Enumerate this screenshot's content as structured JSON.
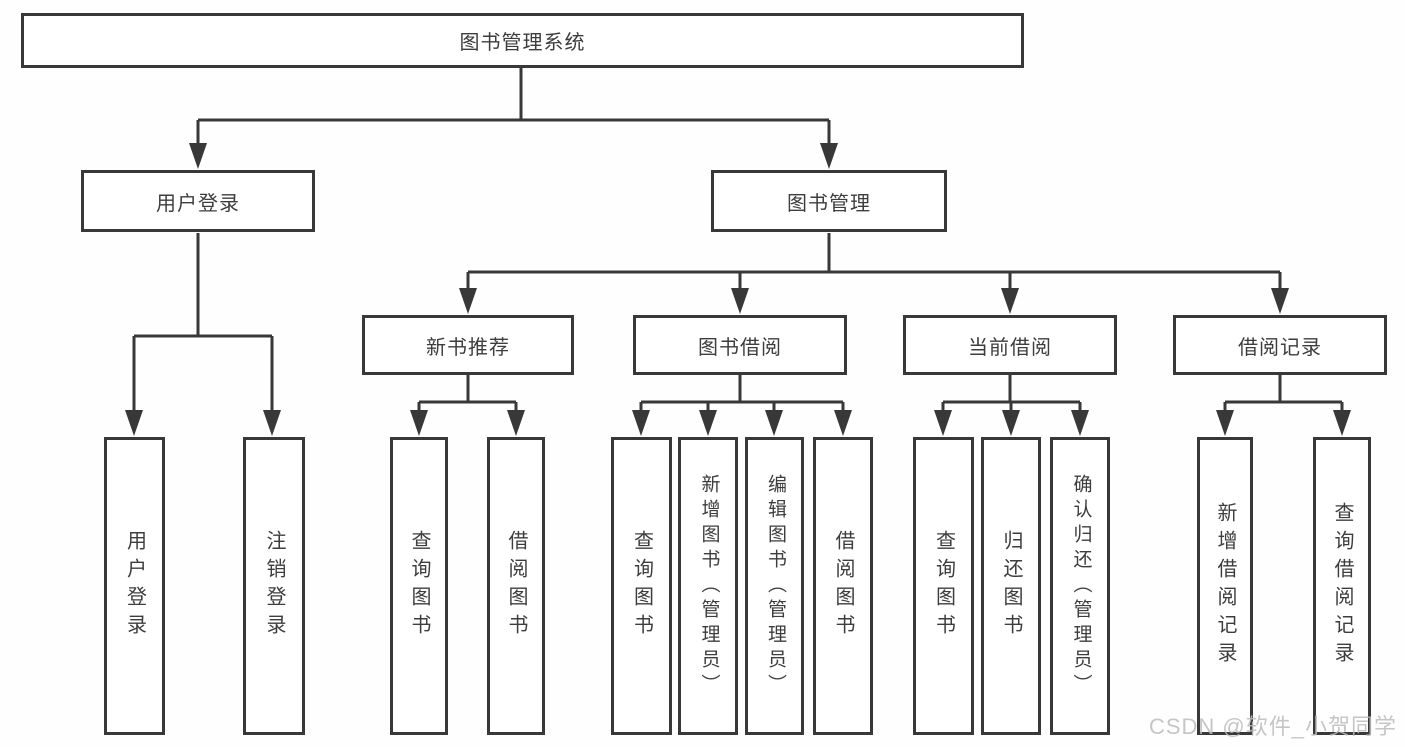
{
  "diagram": {
    "type": "hierarchy",
    "root": {
      "label": "图书管理系统"
    },
    "branches": [
      {
        "label": "用户登录",
        "children": [
          {
            "label": "用户登录"
          },
          {
            "label": "注销登录"
          }
        ]
      },
      {
        "label": "图书管理",
        "groups": [
          {
            "label": "新书推荐",
            "children": [
              {
                "label": "查询图书"
              },
              {
                "label": "借阅图书"
              }
            ]
          },
          {
            "label": "图书借阅",
            "children": [
              {
                "label": "查询图书"
              },
              {
                "label": "新增图书（管理员）"
              },
              {
                "label": "编辑图书（管理员）"
              },
              {
                "label": "借阅图书"
              }
            ]
          },
          {
            "label": "当前借阅",
            "children": [
              {
                "label": "查询图书"
              },
              {
                "label": "归还图书"
              },
              {
                "label": "确认归还（管理员）"
              }
            ]
          },
          {
            "label": "借阅记录",
            "children": [
              {
                "label": "新增借阅记录"
              },
              {
                "label": "查询借阅记录"
              }
            ]
          }
        ]
      }
    ]
  },
  "colors": {
    "line": "#383838",
    "box_border": "#383838",
    "text": "#3d3d3d",
    "watermark": "#bcbcbc"
  },
  "watermark": {
    "text": "CSDN @软件_小贺同学"
  }
}
